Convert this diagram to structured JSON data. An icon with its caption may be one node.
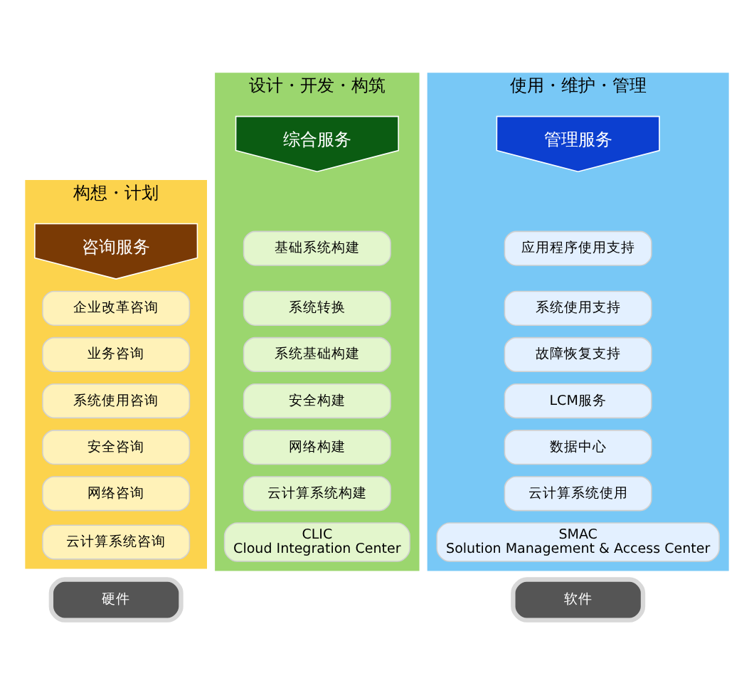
{
  "diagram": {
    "nodes": [
      {
        "text": [
          "构想・计划"
        ]
      },
      {
        "text": [
          "咨询服务"
        ],
        "in": 0
      },
      {
        "text": [
          "企业改革咨询"
        ],
        "in": 0
      },
      {
        "text": [
          "业务咨询"
        ],
        "in": 0
      },
      {
        "text": [
          "系统使用咨询"
        ],
        "in": 0
      },
      {
        "text": [
          "安全咨询"
        ],
        "in": 0
      },
      {
        "text": [
          "网络咨询"
        ],
        "in": 0
      },
      {
        "text": [
          "云计算系统咨询"
        ],
        "in": 0
      },
      {
        "text": [
          "设计・开发・构筑"
        ]
      },
      {
        "text": [
          "综合服务"
        ],
        "in": 8
      },
      {
        "text": [
          "基础系统构建"
        ],
        "in": 8
      },
      {
        "text": [
          "系统转换"
        ],
        "in": 8
      },
      {
        "text": [
          "系统基础构建"
        ],
        "in": 8
      },
      {
        "text": [
          "安全构建"
        ],
        "in": 8
      },
      {
        "text": [
          "网络构建"
        ],
        "in": 8
      },
      {
        "text": [
          "云计算系统构建"
        ],
        "in": 8
      },
      {
        "text": [
          "CLIC",
          "Cloud Integration Center"
        ],
        "in": 8
      },
      {
        "text": [
          "使用・维护・管理"
        ]
      },
      {
        "text": [
          "管理服务"
        ],
        "in": 17
      },
      {
        "text": [
          "应用程序使用支持"
        ],
        "in": 17
      },
      {
        "text": [
          "系统使用支持"
        ],
        "in": 17
      },
      {
        "text": [
          "故障恢复支持"
        ],
        "in": 17
      },
      {
        "text": [
          "LCM服务"
        ],
        "in": 17
      },
      {
        "text": [
          "数据中心"
        ],
        "in": 17
      },
      {
        "text": [
          "云计算系统使用"
        ],
        "in": 17
      },
      {
        "text": [
          "SMAC",
          "Solution Management & Access Center"
        ],
        "in": 17
      },
      {
        "text": [
          "硬件"
        ]
      },
      {
        "text": [
          "软件"
        ]
      }
    ],
    "edges": []
  }
}
